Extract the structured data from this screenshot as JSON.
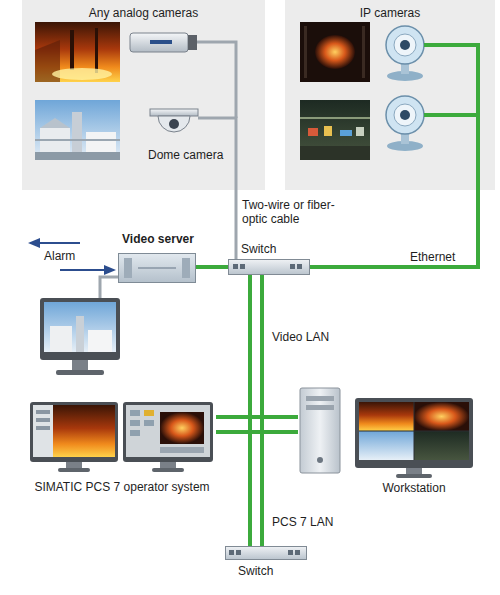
{
  "diagram": {
    "nodes": [
      {
        "text": [
          "Any analog cameras"
        ]
      },
      {
        "text": [
          "Dome camera"
        ],
        "in": 0
      },
      {
        "text": [
          "IP cameras"
        ]
      },
      {
        "text": [
          "Video server"
        ]
      },
      {
        "text": [
          "Switch"
        ]
      },
      {
        "text": [
          "SIMATIC PCS 7 operator system"
        ]
      },
      {
        "text": [
          "Workstation"
        ]
      },
      {
        "text": [
          "Switch"
        ]
      }
    ],
    "edges": [
      {
        "from": 1,
        "to": 4,
        "arrow": "none",
        "label": "Two-wire or fiber-optic cable"
      },
      {
        "from": 2,
        "to": 4,
        "arrow": "none",
        "label": "Ethernet"
      },
      {
        "from": 3,
        "to": 4,
        "arrow": "none"
      },
      {
        "from": 4,
        "to": 5,
        "arrow": "none",
        "label": "Video LAN"
      },
      {
        "from": 4,
        "to": 6,
        "arrow": "none"
      },
      {
        "from": 7,
        "to": 5,
        "arrow": "none",
        "label": "PCS 7 LAN"
      },
      {
        "from": 7,
        "to": 6,
        "arrow": "none"
      }
    ],
    "labels": [
      "Alarm"
    ]
  }
}
